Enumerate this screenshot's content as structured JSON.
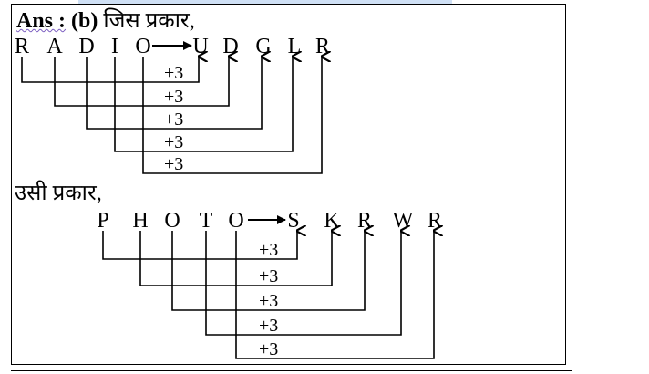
{
  "heading": {
    "ans": "Ans :",
    "option": "(b)",
    "text": "जिस प्रकार,"
  },
  "subhead": "उसी प्रकार,",
  "example1": {
    "source": [
      "R",
      "A",
      "D",
      "I",
      "O"
    ],
    "target": [
      "U",
      "D",
      "G",
      "L",
      "R"
    ],
    "step_label": "+3"
  },
  "example2": {
    "source": [
      "P",
      "H",
      "O",
      "T",
      "O"
    ],
    "target": [
      "S",
      "K",
      "R",
      "W",
      "R"
    ],
    "step_label": "+3"
  },
  "colors": {
    "ink": "#000000",
    "frame": "#000000",
    "top_strip": "#cfe0f5"
  }
}
